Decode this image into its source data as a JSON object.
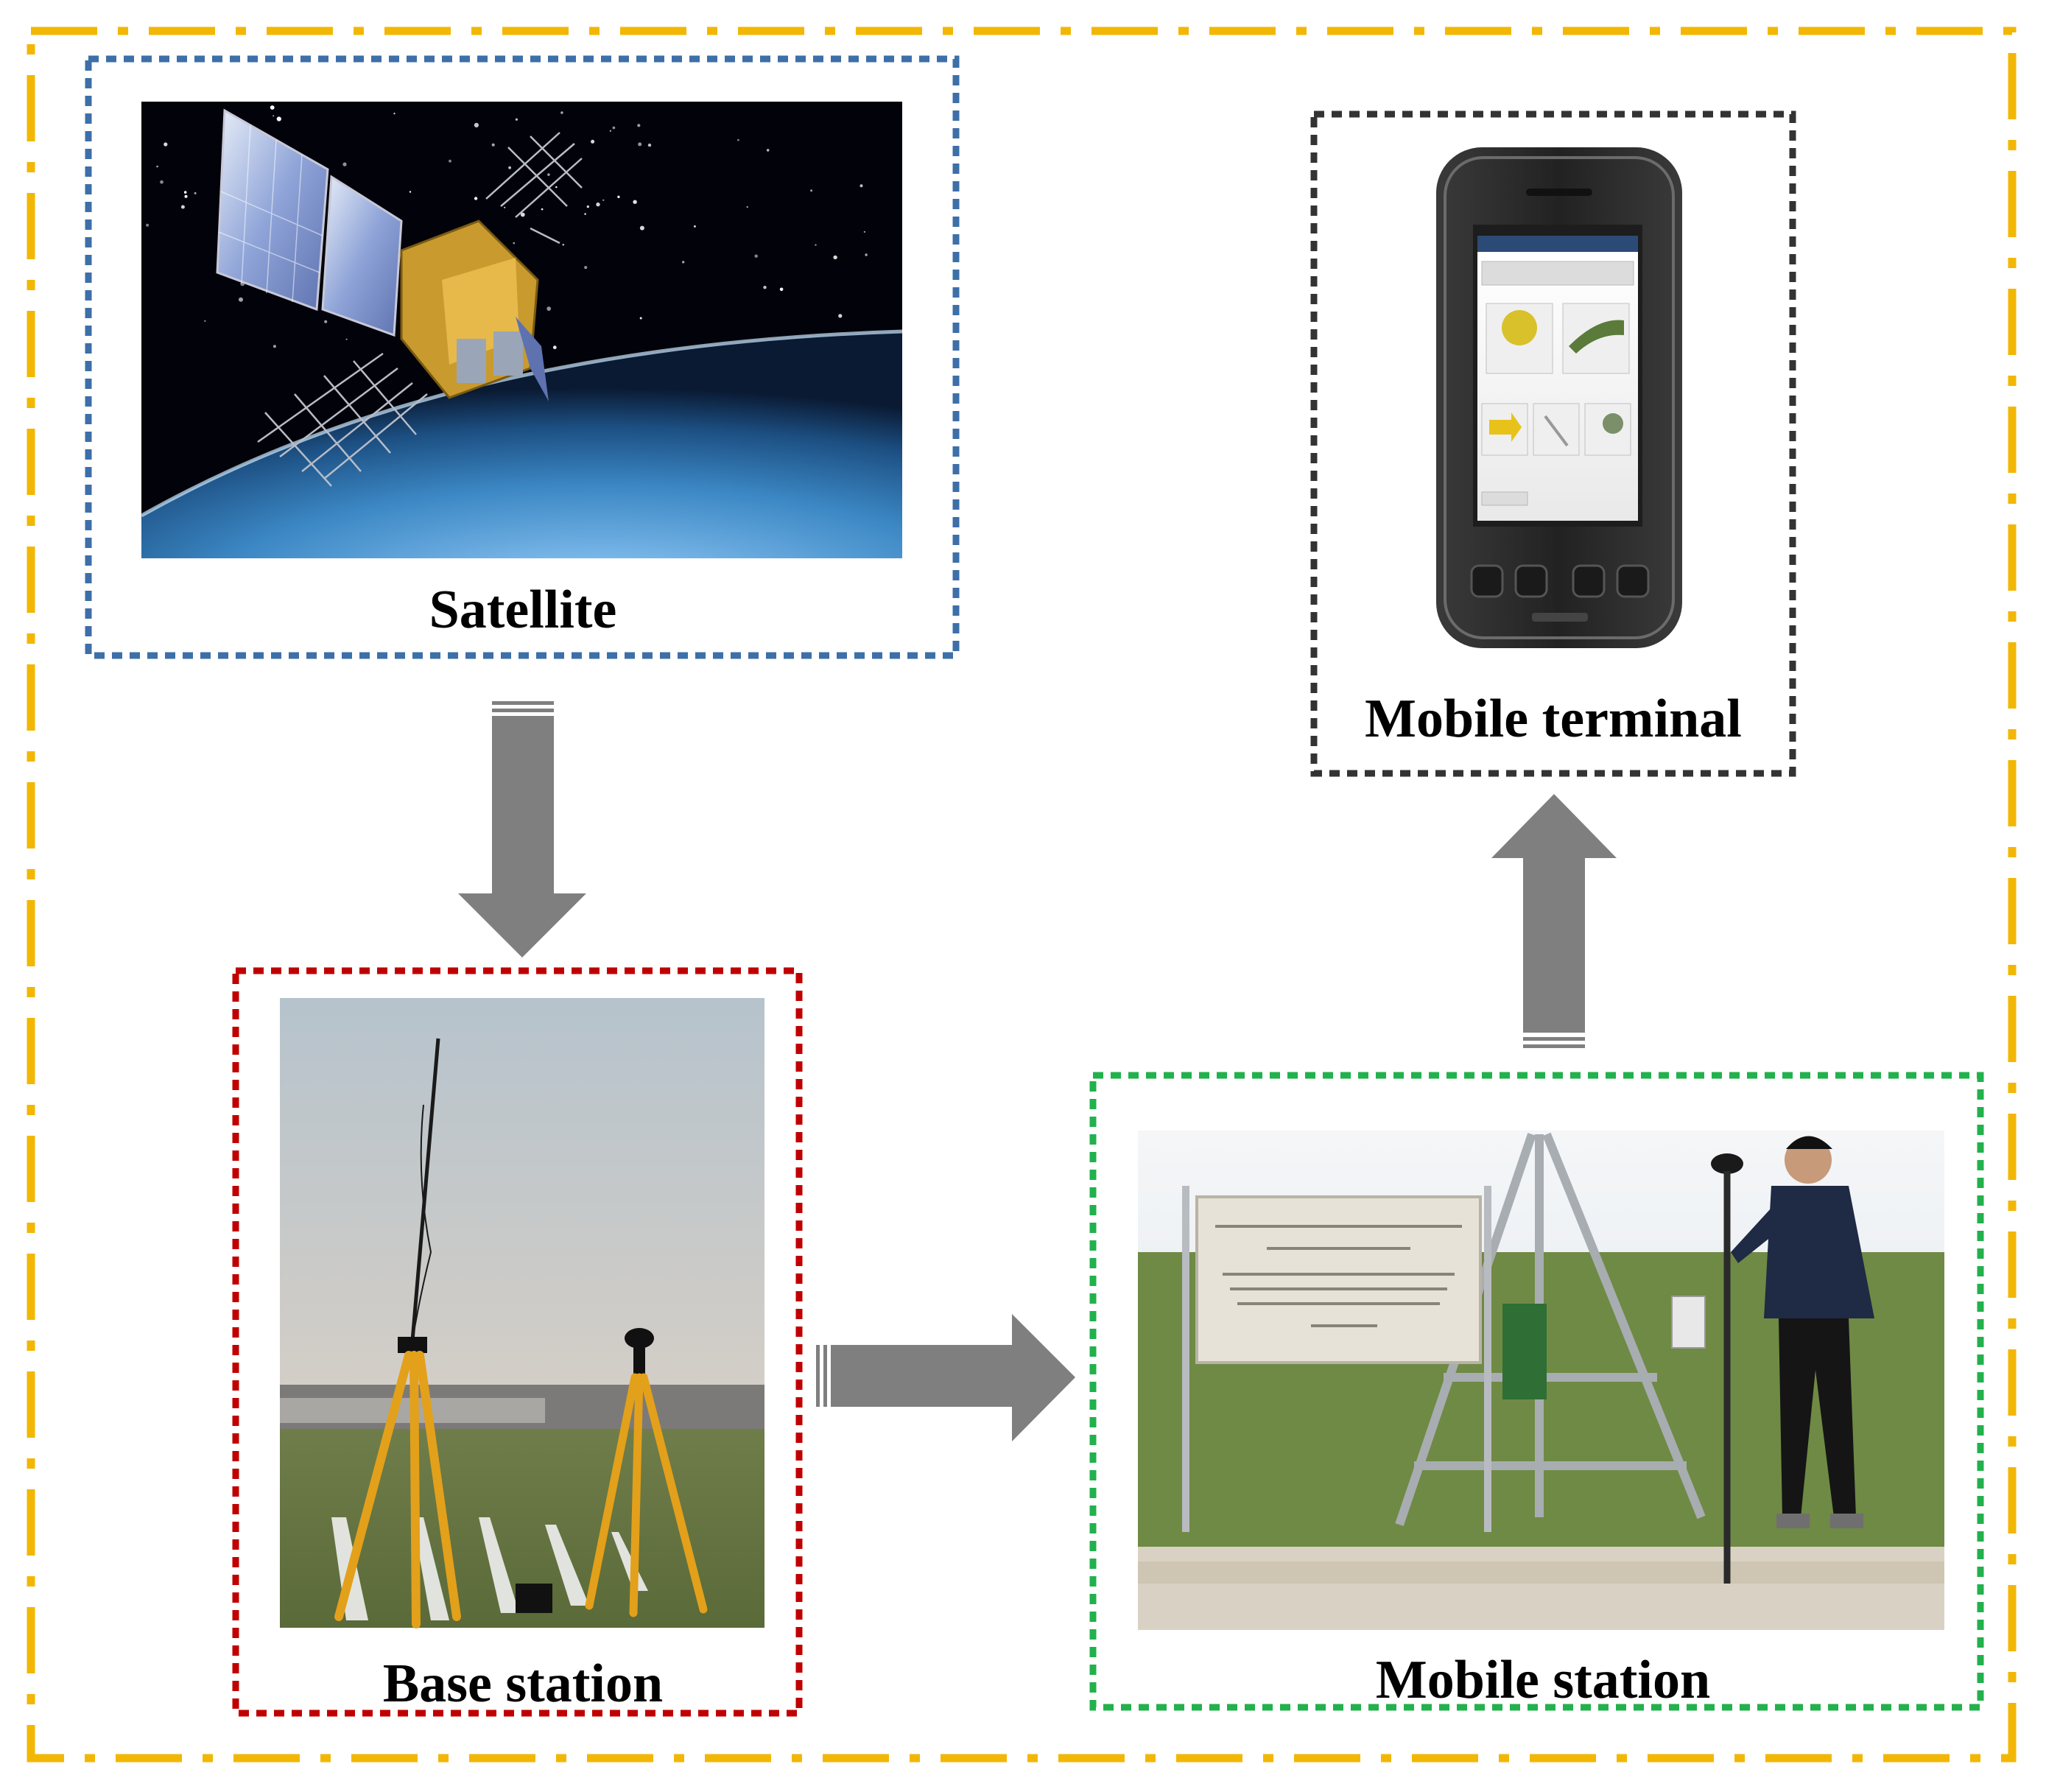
{
  "diagram": {
    "nodes": {
      "satellite": {
        "label": "Satellite",
        "border_color": "#3d6fa8"
      },
      "mobile_terminal": {
        "label": "Mobile terminal",
        "border_color": "#333333"
      },
      "base_station": {
        "label": "Base station",
        "border_color": "#c00000"
      },
      "mobile_station": {
        "label": "Mobile station",
        "border_color": "#22b14c"
      }
    },
    "outer_border_color": "#f2b705",
    "arrow_color": "#7f7f7f",
    "edges": [
      {
        "from": "satellite",
        "to": "base_station"
      },
      {
        "from": "base_station",
        "to": "mobile_station"
      },
      {
        "from": "mobile_station",
        "to": "mobile_terminal"
      }
    ]
  }
}
